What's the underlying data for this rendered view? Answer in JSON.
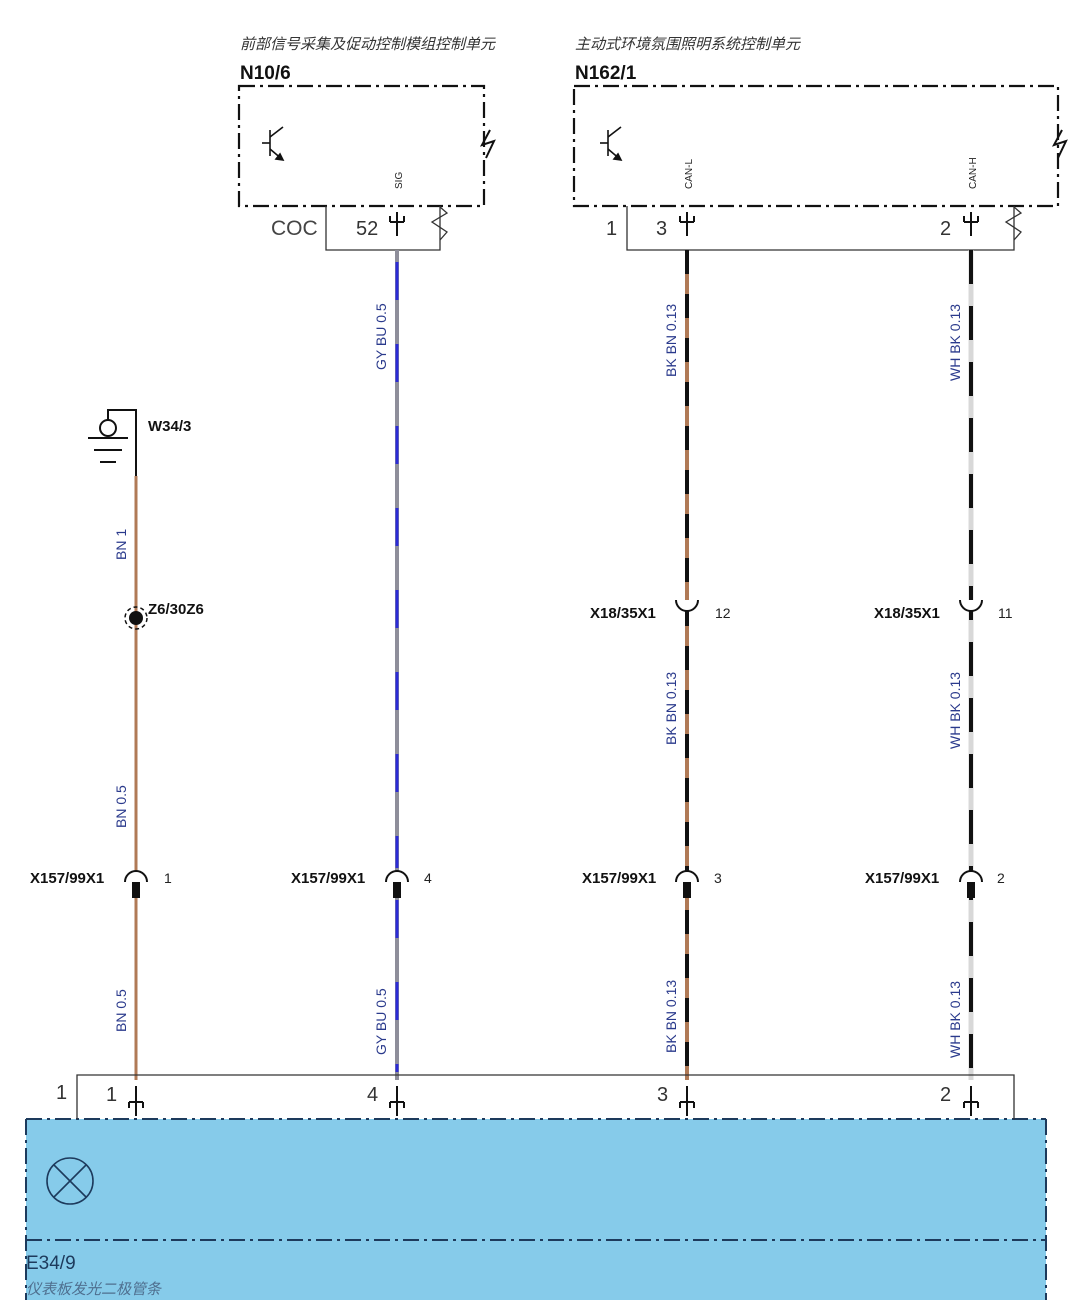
{
  "modules": {
    "n10_6": {
      "id": "N10/6",
      "name": "前部信号采集及促动控制模组控制单元",
      "pin_label": "SIG",
      "coc_label": "COC",
      "pin_number": "52"
    },
    "n162_1": {
      "id": "N162/1",
      "name": "主动式环境氛围照明系统控制单元",
      "pin_label_l": "CAN-L",
      "pin_label_h": "CAN-H",
      "pin_left": "1",
      "pin_can_l": "3",
      "pin_can_h": "2"
    }
  },
  "ground": {
    "id": "W34/3"
  },
  "splice": {
    "id": "Z6/30Z6"
  },
  "wires": {
    "bn_1": "BN 1",
    "bn_05_upper": "BN 0.5",
    "bn_05_lower": "BN 0.5",
    "gybu_upper": "GY BU 0.5",
    "gybu_lower": "GY BU 0.5",
    "bkbn_1": "BK BN 0.13",
    "bkbn_2": "BK BN 0.13",
    "bkbn_3": "BK BN 0.13",
    "whbk_1": "WH BK 0.13",
    "whbk_2": "WH BK 0.13",
    "whbk_3": "WH BK 0.13"
  },
  "connectors": {
    "x18_a": {
      "id": "X18/35X1",
      "pin": "12"
    },
    "x18_b": {
      "id": "X18/35X1",
      "pin": "11"
    },
    "x157_1": {
      "id": "X157/99X1",
      "pin": "1"
    },
    "x157_4": {
      "id": "X157/99X1",
      "pin": "4"
    },
    "x157_3": {
      "id": "X157/99X1",
      "pin": "3"
    },
    "x157_2": {
      "id": "X157/99X1",
      "pin": "2"
    }
  },
  "e34_9": {
    "id": "E34/9",
    "name": "仪表板发光二极管条",
    "pin_outer": "1",
    "pin_1": "1",
    "pin_4": "4",
    "pin_3": "3",
    "pin_2": "2"
  },
  "colors": {
    "brown": "#b07a56",
    "blue": "#2b2bd6",
    "gray": "#8e8e9a",
    "black": "#111111",
    "e34_fill": "#86cbea"
  }
}
